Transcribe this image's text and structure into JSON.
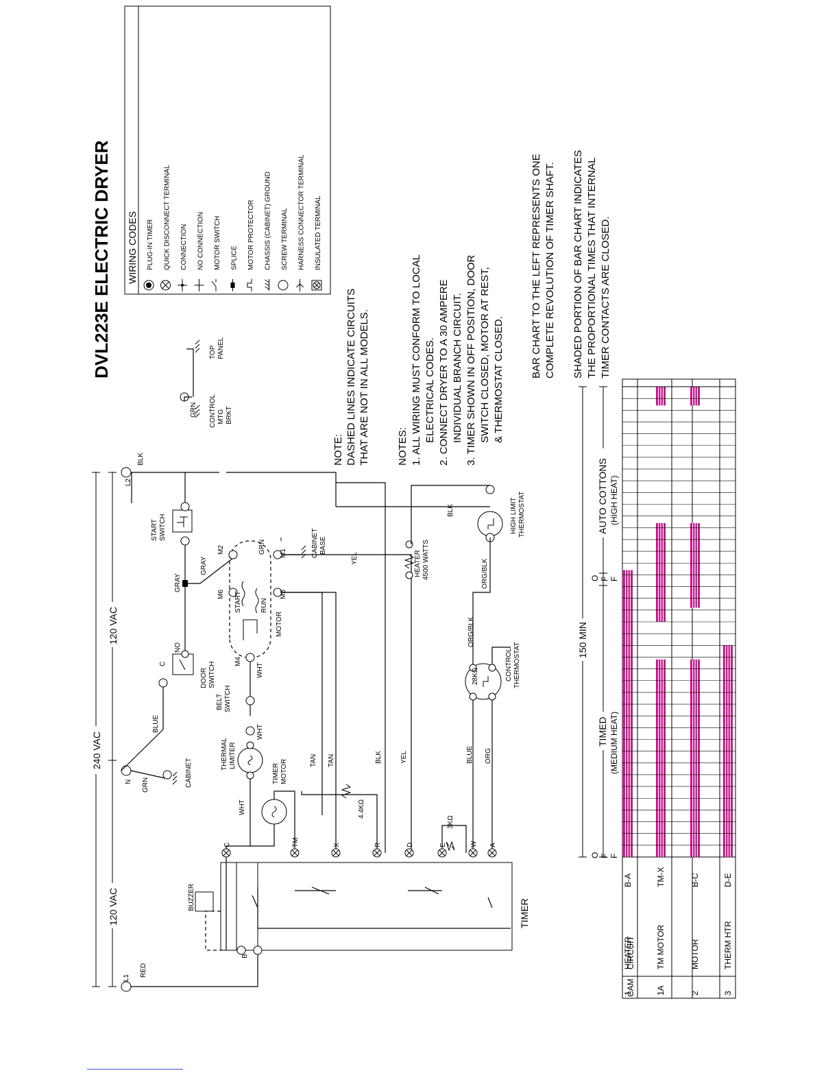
{
  "title": "DVL223E  ELECTRIC DRYER",
  "wiring_codes": {
    "heading": "WIRING CODES",
    "items": [
      {
        "label": "PLUG-IN TIMER",
        "icon": "plug-in-timer-icon"
      },
      {
        "label": "QUICK DISCONNECT TERMINAL",
        "icon": "quick-disconnect-icon"
      },
      {
        "label": "CONNECTION",
        "icon": "connection-icon"
      },
      {
        "label": "NO CONNECTION",
        "icon": "no-connection-icon"
      },
      {
        "label": "MOTOR SWITCH",
        "icon": "motor-switch-icon"
      },
      {
        "label": "SPLICE",
        "icon": "splice-icon"
      },
      {
        "label": "MOTOR PROTECTOR",
        "icon": "motor-protector-icon"
      },
      {
        "label": "CHASSIS (CABINET) GROUND",
        "icon": "ground-icon"
      },
      {
        "label": "SCREW TERMINAL",
        "icon": "screw-terminal-icon"
      },
      {
        "label": "HARNESS CONNECTOR TERMINAL",
        "icon": "harness-connector-icon"
      },
      {
        "label": "INSULATED TERMINAL",
        "icon": "insulated-terminal-icon"
      }
    ]
  },
  "note": {
    "heading": "NOTE:",
    "lines": [
      "DASHED LINES INDICATE CIRCUITS",
      "THAT ARE NOT IN ALL MODELS."
    ]
  },
  "notes": {
    "heading": "NOTES:",
    "lines": [
      "1. ALL WIRING MUST CONFORM TO LOCAL",
      "ELECTRICAL CODES.",
      "2. CONNECT DRYER TO A 30 AMPERE",
      "INDIVIDUAL BRANCH CIRCUIT.",
      "3. TIMER SHOWN IN OFF POSITION, DOOR",
      "SWITCH CLOSED, MOTOR AT REST,",
      "& THERMOSTAT CLOSED."
    ]
  },
  "bar_chart_notes": [
    "BAR CHART TO THE LEFT REPRESENTS ONE",
    "COMPLETE REVOLUTION OF TIMER SHAFT.",
    "SHADED PORTION OF BAR CHART INDICATES",
    "THE PROPORTIONAL TIMES THAT INTERNAL",
    "TIMER CONTACTS ARE CLOSED."
  ],
  "schematic": {
    "voltage_240": "240 VAC",
    "voltage_120_a": "120 VAC",
    "voltage_120_b": "120 VAC",
    "l1": "L1",
    "red": "RED",
    "l2": "L2",
    "blk": "BLK",
    "n": "N",
    "grn": "GRN",
    "cabinet": "CABINET",
    "blue": "BLUE",
    "buzzer": "BUZZER",
    "timer": "TIMER",
    "thermal_limiter": [
      "THERMAL",
      "LIMITER"
    ],
    "timer_motor": [
      "TIMER",
      "MOTOR"
    ],
    "belt_switch": [
      "BELT",
      "SWITCH"
    ],
    "door_switch": [
      "DOOR",
      "SWITCH"
    ],
    "door_c": "C",
    "door_no": "NO",
    "start_switch": [
      "START",
      "SWITCH"
    ],
    "gray": "GRAY",
    "grn2": "GRN",
    "cabinet_base": [
      "CABINET",
      "BASE"
    ],
    "motor": "MOTOR",
    "start": "START",
    "run": "RUN",
    "m1": "M1",
    "m2": "M2",
    "m4": "M4",
    "m5": "M5",
    "m6": "M6",
    "wht": "WHT",
    "tan": "TAN",
    "yel": "YEL",
    "org_blk": "ORG/BLK",
    "org": "ORG",
    "heater": [
      "HEATER",
      "4500 WATTS"
    ],
    "high_limit": [
      "HIGH LIMIT",
      "THERMOSTAT"
    ],
    "control_thermostat": [
      "CONTROL",
      "THERMOSTAT"
    ],
    "res_28k": "28KΩ",
    "res_3k": "3KΩ",
    "res_44k": "4.4KΩ",
    "control_mtg": [
      "CONTROL",
      "MTG",
      "BRKT"
    ],
    "top_panel": [
      "TOP",
      "PANEL"
    ],
    "terminals": [
      "C",
      "TM",
      "X",
      "R",
      "D",
      "E",
      "W",
      "A",
      "B"
    ]
  },
  "chart_data": {
    "type": "table",
    "headers": {
      "cam": "CAM",
      "circuit": "CIRCUIT"
    },
    "total_label": "150 MIN",
    "off_label": [
      "O",
      "F",
      "F"
    ],
    "segments": [
      {
        "label": "TIMED",
        "sublabel": "(MEDIUM HEAT)"
      },
      {
        "label": "AUTO COTTONS",
        "sublabel": "(HIGH HEAT)"
      }
    ],
    "rows": [
      {
        "cam": "1",
        "circuit": "HEATER",
        "contacts": "B-A",
        "closed": [
          [
            0.0,
            0.61
          ]
        ]
      },
      {
        "cam": "1A",
        "circuit": "TM MOTOR",
        "contacts": "TM-X",
        "closed": [
          [
            0.0,
            0.42
          ],
          [
            0.5,
            0.71
          ],
          [
            0.96,
            1.0
          ]
        ]
      },
      {
        "cam": "2",
        "circuit": "MOTOR",
        "contacts": "B-C",
        "closed": [
          [
            0.0,
            0.42
          ],
          [
            0.53,
            0.71
          ],
          [
            0.96,
            1.0
          ]
        ]
      },
      {
        "cam": "3",
        "circuit": "THERM HTR",
        "contacts": "D-E",
        "closed": [
          [
            0.0,
            0.45
          ]
        ]
      }
    ]
  }
}
